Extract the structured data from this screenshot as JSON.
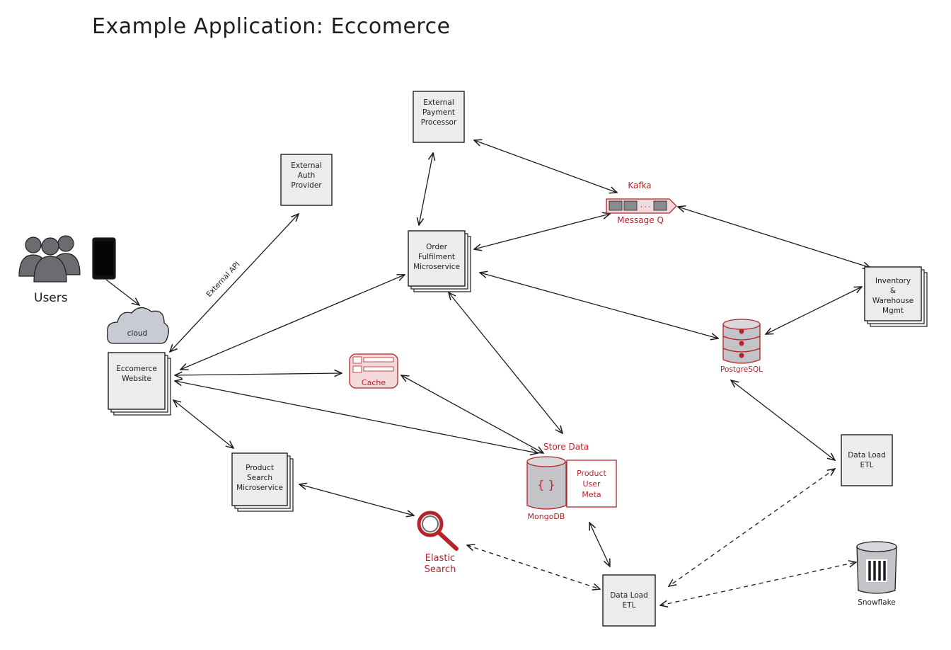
{
  "title": "Example Application: Eccomerce",
  "nodes": {
    "users": {
      "label": "Users"
    },
    "cloud": {
      "label": "cloud"
    },
    "website": {
      "label": [
        "Eccomerce",
        "Website"
      ]
    },
    "auth": {
      "label": [
        "External",
        "Auth",
        "Provider"
      ]
    },
    "payment": {
      "label": [
        "External",
        "Payment",
        "Processor"
      ]
    },
    "order": {
      "label": [
        "Order",
        "Fulfilment",
        "Microservice"
      ]
    },
    "kafka": {
      "title": "Kafka",
      "label": "Message Q"
    },
    "inventory": {
      "label": [
        "Inventory",
        "&",
        "Warehouse",
        "Mgmt"
      ]
    },
    "postgres": {
      "label": "PostgreSQL"
    },
    "cache": {
      "label": "Cache"
    },
    "search_ms": {
      "label": [
        "Product",
        "Search",
        "Microservice"
      ]
    },
    "store": {
      "title": "Store Data",
      "db_label": "MongoDB",
      "meta": [
        "Product",
        "User",
        "Meta"
      ]
    },
    "elastic": {
      "label": [
        "Elastic",
        "Search"
      ]
    },
    "etl1": {
      "label": [
        "Data Load",
        "ETL"
      ]
    },
    "etl2": {
      "label": [
        "Data Load",
        "ETL"
      ]
    },
    "snowflake": {
      "label": "Snowflake"
    }
  },
  "edge_labels": {
    "external_api": "External API"
  },
  "colors": {
    "ink": "#1e1e1e",
    "accent_red": "#b3242b",
    "box_fill": "#ececec",
    "icon_gray": "#6b6b70"
  }
}
